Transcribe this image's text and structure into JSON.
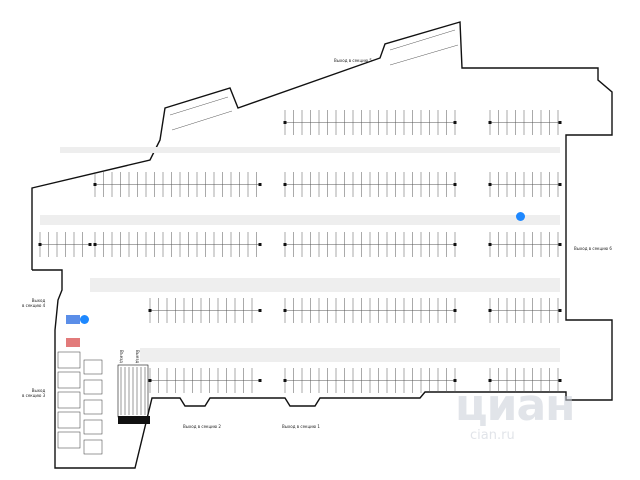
{
  "exits": [
    {
      "id": "section-5",
      "label": "Выход в секцию 5"
    },
    {
      "id": "section-6",
      "label": "Выход в секцию 6"
    },
    {
      "id": "section-4",
      "label": "Выход\nв секцию 4"
    },
    {
      "id": "section-3",
      "label": "Выход\nв секцию 3"
    },
    {
      "id": "section-2",
      "label": "Выход в секцию 2"
    },
    {
      "id": "section-1",
      "label": "Выход в секцию 1"
    }
  ],
  "ramp_labels": {
    "up": "Въезд",
    "down": "Выезд"
  },
  "markers": [
    {
      "name": "location-marker-right",
      "color": "#1e88ff"
    },
    {
      "name": "location-marker-left",
      "color": "#1e88ff"
    }
  ],
  "watermark": {
    "text": "циан",
    "sub": "cian.ru"
  },
  "colors": {
    "wall": "#111111",
    "stall": "#555555",
    "marker": "#1e88ff",
    "stair_blue": "#5b8ee8",
    "stair_red": "#e27a7a"
  }
}
